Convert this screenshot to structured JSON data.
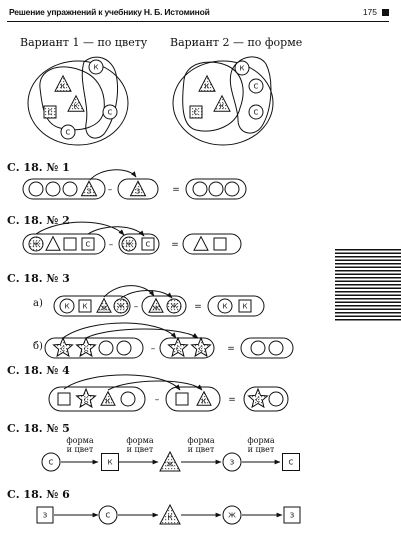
{
  "header": {
    "title": "Решение упражнений к учебнику Н. Б. Истоминой",
    "page_number": "175"
  },
  "variants": {
    "v1": "Вариант 1 — по цвету",
    "v2": "Вариант 2 — по форме"
  },
  "sections": {
    "s1": "С. 18. № 1",
    "s2": "С. 18. № 2",
    "s3": "С. 18. № 3",
    "s4": "С. 18. № 4",
    "s5": "С. 18. № 5",
    "s6": "С. 18. № 6"
  },
  "sublabels": {
    "a": "а)",
    "b": "б)"
  },
  "shape_labels": {
    "k": "К",
    "c": "С",
    "zh": "Ж",
    "z": "З"
  },
  "operators": {
    "minus": "–",
    "equals": "="
  },
  "chain5": {
    "caption_line1": "форма",
    "caption_line2": "и цвет"
  }
}
